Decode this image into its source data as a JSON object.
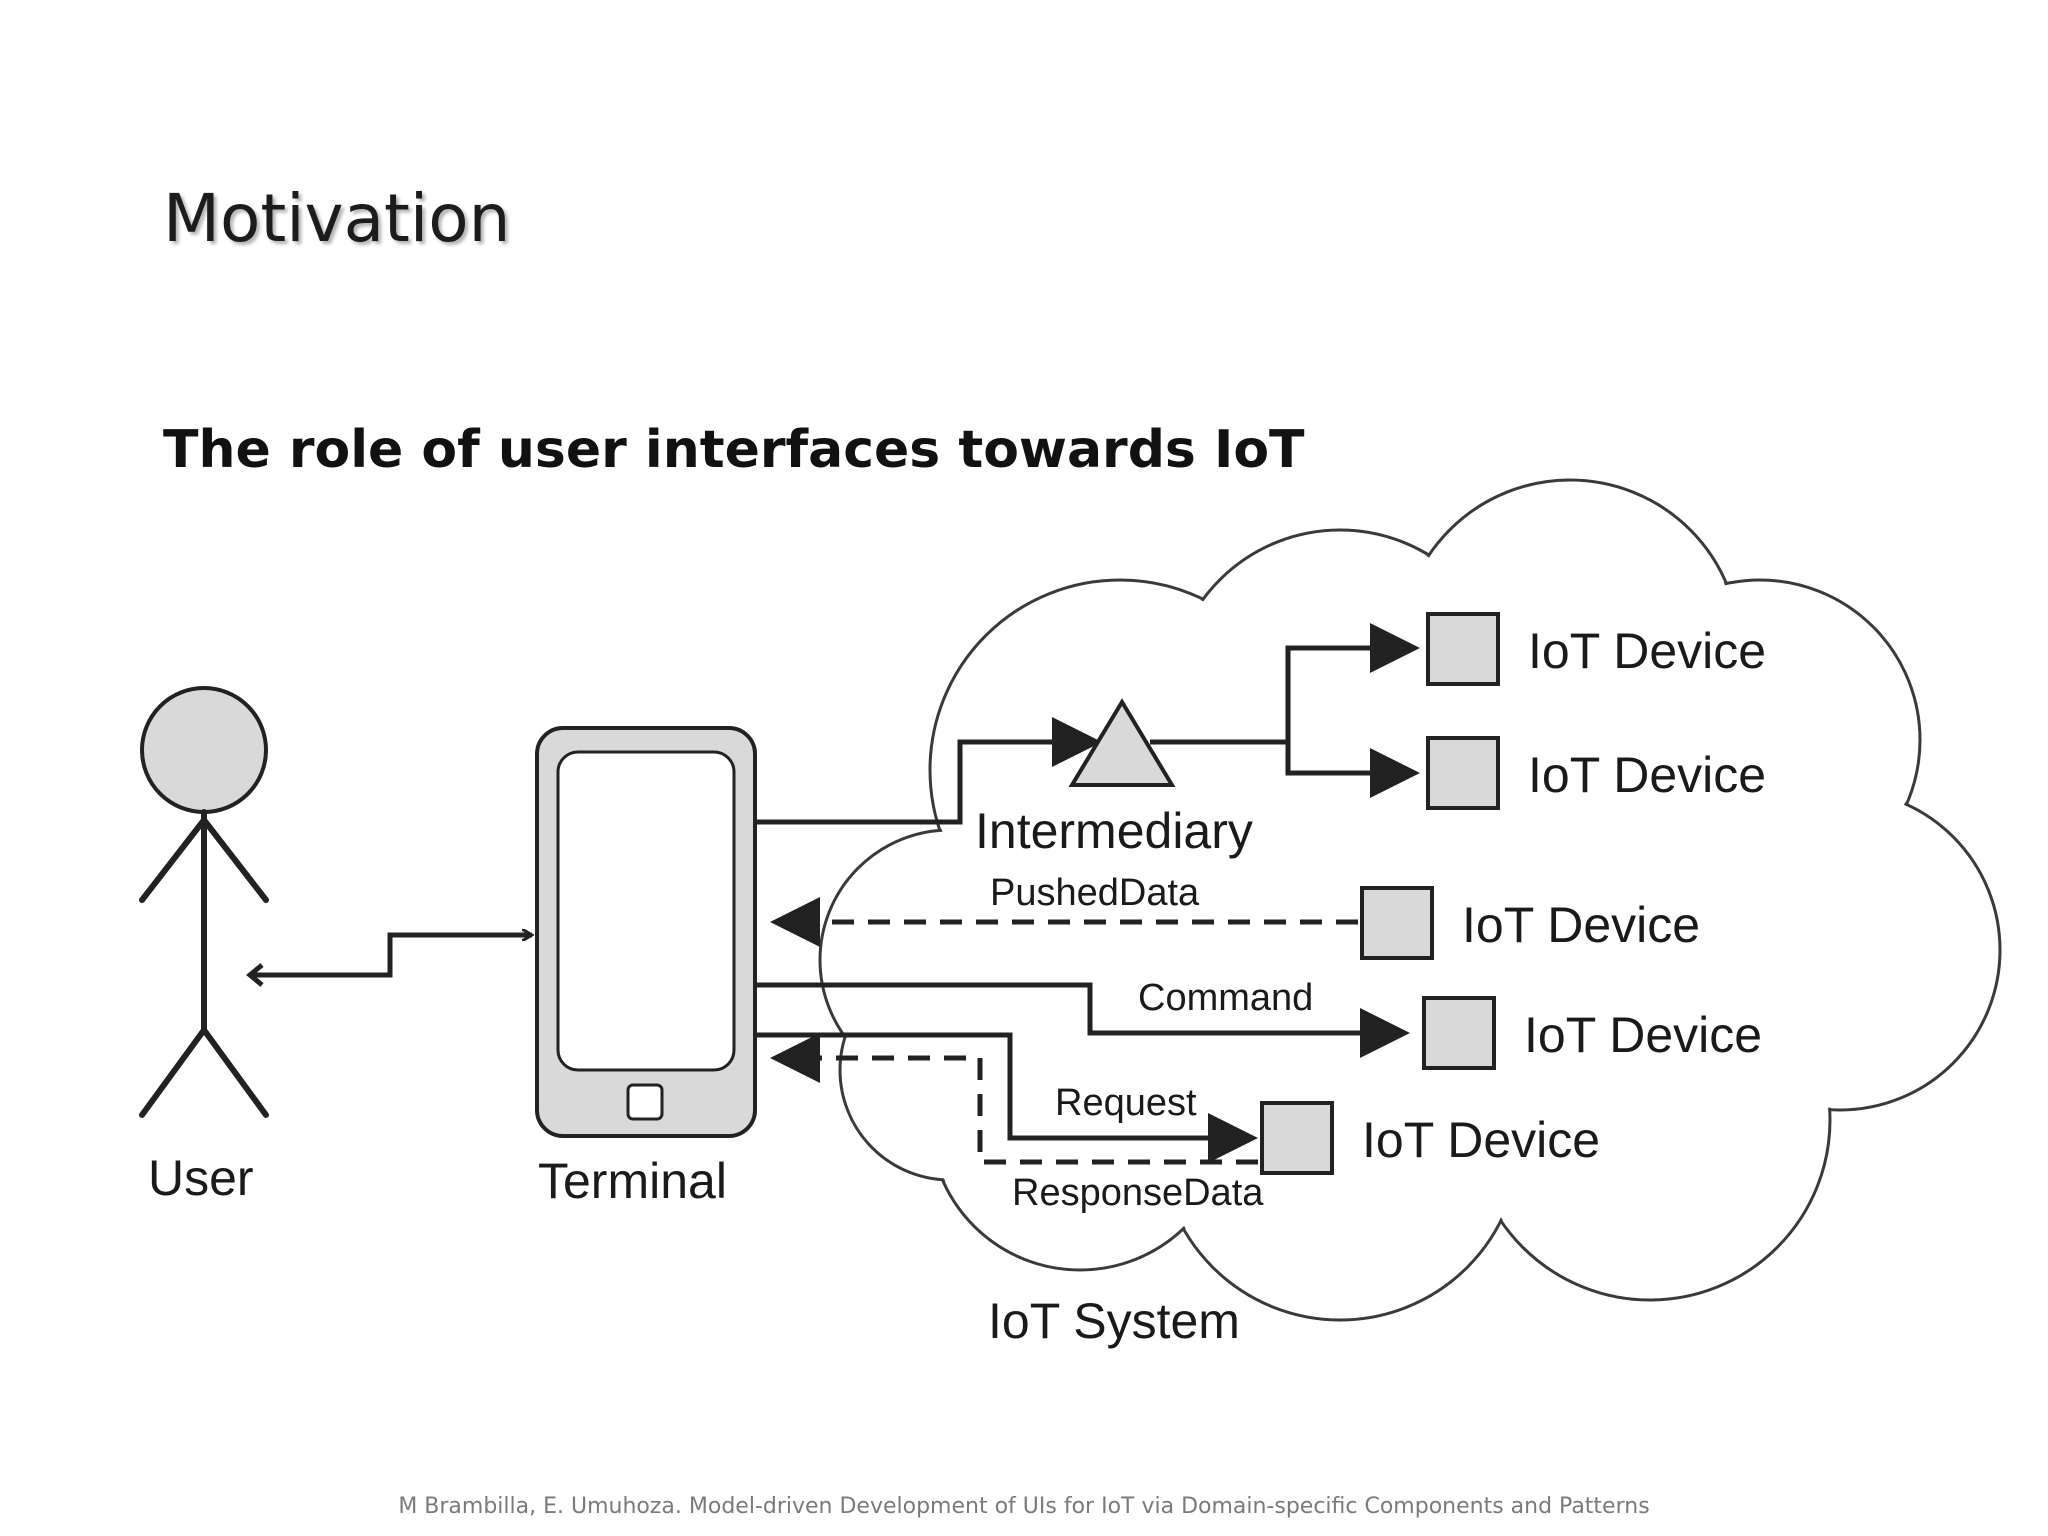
{
  "slide": {
    "title": "Motivation",
    "subtitle": "The role of user interfaces towards IoT",
    "footer": "M Brambilla, E. Umuhoza. Model-driven Development of UIs for IoT via Domain-specific Components and Patterns"
  },
  "diagram": {
    "actors": {
      "user": "User",
      "terminal": "Terminal",
      "intermediary": "Intermediary",
      "system": "IoT System"
    },
    "devices": [
      "IoT Device",
      "IoT Device",
      "IoT Device",
      "IoT Device",
      "IoT Device"
    ],
    "messages": {
      "pushed": "PushedData",
      "command": "Command",
      "request": "Request",
      "response": "ResponseData"
    }
  },
  "colors": {
    "shape_fill": "#d9d9d9",
    "stroke": "#222222",
    "background": "#ffffff"
  }
}
